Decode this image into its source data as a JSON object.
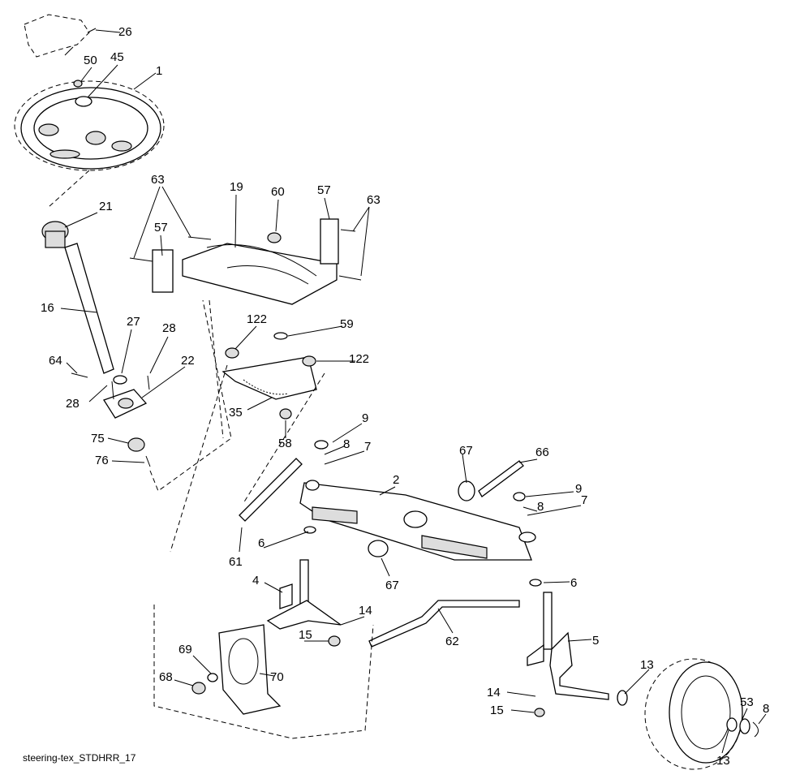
{
  "caption": "steering-tex_STDHRR_17",
  "labels": [
    "26",
    "50",
    "45",
    "1",
    "21",
    "63",
    "19",
    "60",
    "57",
    "63",
    "57",
    "16",
    "27",
    "28",
    "122",
    "59",
    "122",
    "22",
    "64",
    "28",
    "35",
    "58",
    "9",
    "8",
    "7",
    "67",
    "66",
    "75",
    "76",
    "2",
    "9",
    "7",
    "8",
    "6",
    "61",
    "67",
    "6",
    "4",
    "14",
    "15",
    "62",
    "5",
    "69",
    "68",
    "70",
    "13",
    "14",
    "15",
    "53",
    "8",
    "13"
  ]
}
